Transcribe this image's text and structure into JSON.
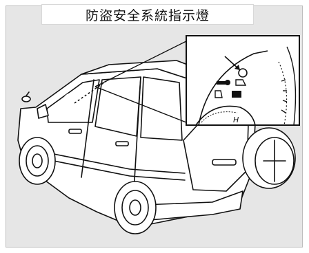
{
  "callout": {
    "label": "防盜安全系統指示燈"
  },
  "illustration": {
    "subject": "suv-rear-three-quarter-view",
    "inset": "instrument-cluster-detail",
    "indicator_icon": "immobilizer-key-icon"
  },
  "colors": {
    "panel_background": "#e6e6e6",
    "label_background": "#ffffff",
    "line_art": "#111111"
  }
}
